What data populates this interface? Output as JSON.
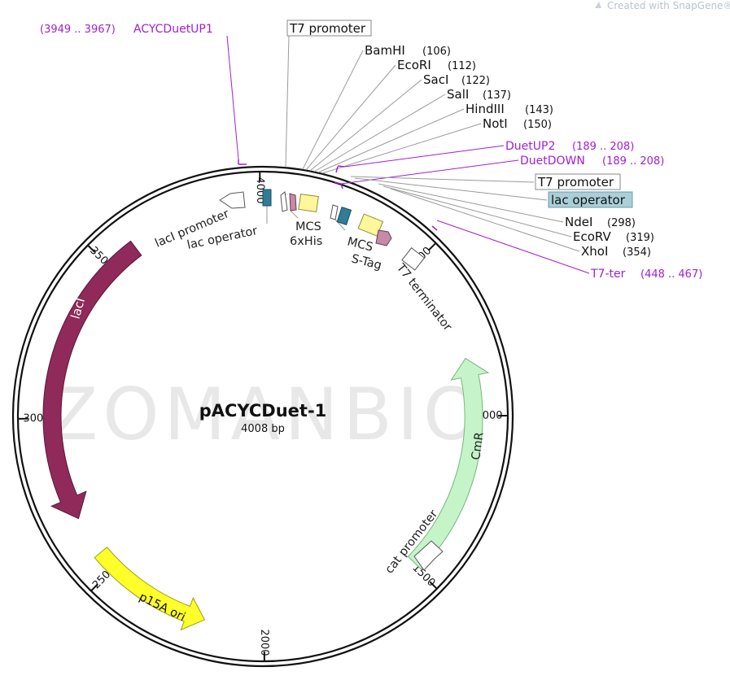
{
  "brand": {
    "text": "Created with SnapGene®"
  },
  "watermark": "ZOMANBIO",
  "plasmid": {
    "name": "pACYCDuet-1",
    "size": "4008 bp",
    "length": 4008
  },
  "ticks": [
    {
      "label": "500"
    },
    {
      "label": "1000"
    },
    {
      "label": "1500"
    },
    {
      "label": "2000"
    },
    {
      "label": "2500"
    },
    {
      "label": "3000"
    },
    {
      "label": "3500"
    },
    {
      "label": "4000"
    }
  ],
  "features": {
    "lacI": {
      "label": "lacI",
      "color": "#8f2a5a"
    },
    "CmR": {
      "label": "CmR",
      "color": "#c5f4c9"
    },
    "p15A_ori": {
      "label": "p15A ori",
      "color": "#ffff2a"
    },
    "lacI_promoter": {
      "label": "lacI promoter"
    },
    "lac_operator_1": {
      "label": "lac operator"
    },
    "MCS_1": {
      "label": "MCS"
    },
    "his_tag": {
      "label": "6xHis"
    },
    "MCS_2": {
      "label": "MCS"
    },
    "s_tag": {
      "label": "S-Tag"
    },
    "t7_terminator": {
      "label": "T7 terminator"
    },
    "cat_promoter": {
      "label": "cat promoter"
    }
  },
  "site_labels": [
    {
      "name": "T7 promoter",
      "pos": "",
      "boxed": true
    },
    {
      "name": "BamHI",
      "pos": "(106)"
    },
    {
      "name": "EcoRI",
      "pos": "(112)"
    },
    {
      "name": "SacI",
      "pos": "(122)"
    },
    {
      "name": "SalI",
      "pos": "(137)"
    },
    {
      "name": "HindIII",
      "pos": "(143)"
    },
    {
      "name": "NotI",
      "pos": "(150)"
    },
    {
      "name": "T7 promoter",
      "pos": "",
      "boxed": true
    },
    {
      "name": "lac operator",
      "pos": "",
      "boxed": true,
      "highlight": true
    },
    {
      "name": "NdeI",
      "pos": "(298)"
    },
    {
      "name": "EcoRV",
      "pos": "(319)"
    },
    {
      "name": "XhoI",
      "pos": "(354)"
    }
  ],
  "primers": [
    {
      "name": "ACYCDuetUP1",
      "range": "(3949 .. 3967)"
    },
    {
      "name": "DuetUP2",
      "range": "(189 .. 208)"
    },
    {
      "name": "DuetDOWN",
      "range": "(189 .. 208)"
    },
    {
      "name": "T7-ter",
      "range": "(448 .. 467)"
    }
  ],
  "colors": {
    "primer": "#a020d0",
    "lac_operator_box": "#a9cfd8",
    "his_tag": "#2f7d96",
    "s_tag": "#c48aa7",
    "mcs": "#fff79a",
    "leader": "#9a9a9a"
  }
}
